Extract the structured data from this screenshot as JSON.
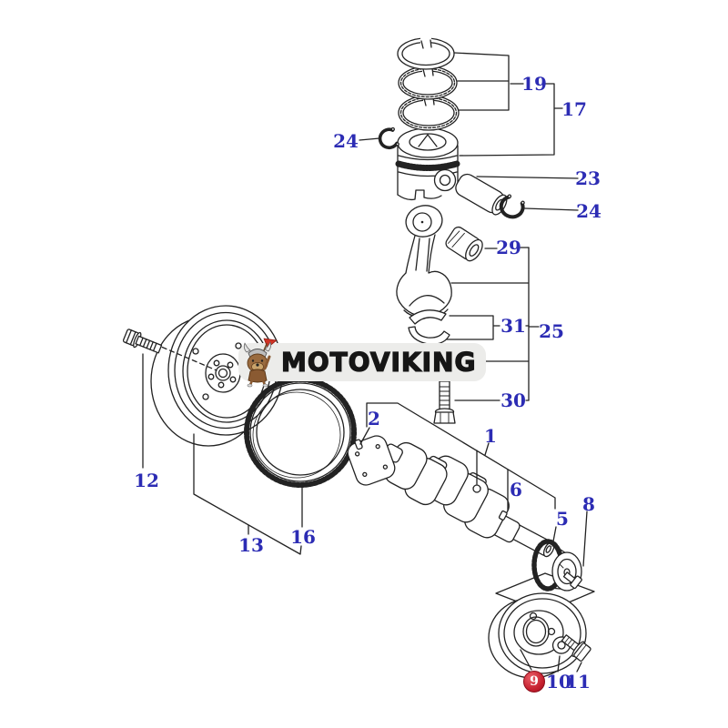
{
  "logo": {
    "text": "MOTOVIKING"
  },
  "colors": {
    "label_blue": "#2c2cb4",
    "line_art": "#222222",
    "badge_red": "#c5202e",
    "badge_text": "#ffffff",
    "background": "#ffffff",
    "mascot_flag_red": "#d03224",
    "mascot_fur_brown": "#9a6b3f",
    "logo_pill_gray": "#ececea"
  },
  "labels": [
    {
      "text": "19"
    },
    {
      "text": "17"
    },
    {
      "text": "24"
    },
    {
      "text": "23"
    },
    {
      "text": "24"
    },
    {
      "text": "29"
    },
    {
      "text": "31"
    },
    {
      "text": "25"
    },
    {
      "text": "30"
    },
    {
      "text": "2"
    },
    {
      "text": "1"
    },
    {
      "text": "6"
    },
    {
      "text": "5"
    },
    {
      "text": "8"
    },
    {
      "text": "12"
    },
    {
      "text": "13"
    },
    {
      "text": "16"
    },
    {
      "text": "9",
      "highlighted": true
    },
    {
      "text": "10"
    },
    {
      "text": "11"
    }
  ]
}
